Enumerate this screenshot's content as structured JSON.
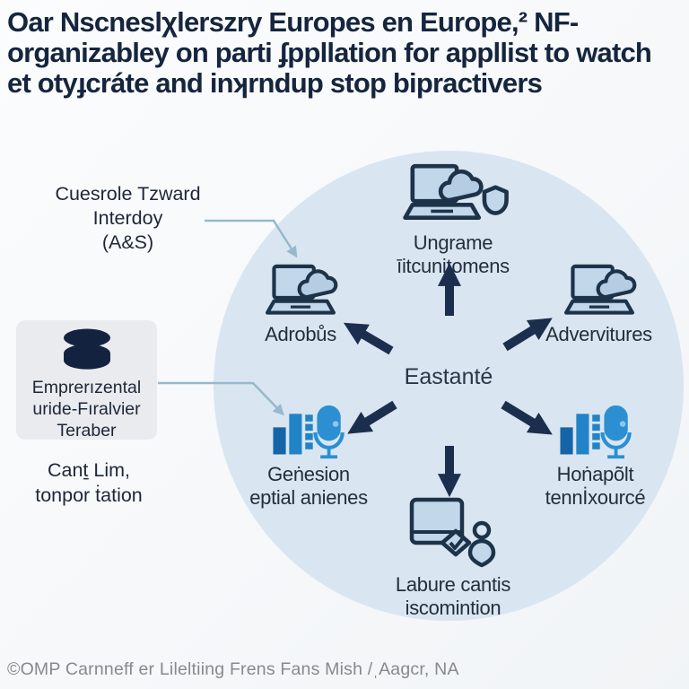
{
  "colors": {
    "background": "#f8fafb",
    "circle": "#d9e6f1",
    "title_text": "#16253e",
    "label_text": "#232e3d",
    "arrow_dark": "#1c2e4d",
    "arrow_light": "#96b9cc",
    "box_bg": "#e9ebee",
    "icon_fill": "#c3d7ea",
    "icon_outline": "#1d3349",
    "bar_dark": "#1565a6",
    "bar_mid": "#2283c6",
    "mic_blue": "#2b8fd2",
    "database_icon": "#13233f",
    "footer_text": "#87898c"
  },
  "title": {
    "line1": "Oar Nscneslχlerszry Europes en Europe,² NF-",
    "line2": "organizabley on parti ʄppllation for appllist to watch",
    "line3": "et otyɟcráte and inʞrndup stop bipractivers"
  },
  "annotations": {
    "left_top": {
      "lines": [
        "Cuesrole Tzward",
        "Interdoy",
        "(A&S)"
      ]
    },
    "left_box": {
      "icon": "database-icon",
      "lines": [
        "Emprerızental",
        "uride-Fıralvier",
        "Teraber"
      ]
    },
    "left_bottom": {
      "lines": [
        "Canṯ Lim,",
        "tonpor ṫation"
      ]
    }
  },
  "diagram": {
    "center_label": "Eastanté",
    "nodes": [
      {
        "id": "top",
        "icon": "laptop-cloud-shield-icon",
        "lines": [
          "Ungrame",
          "īitcunitomens"
        ]
      },
      {
        "id": "left",
        "icon": "laptop-cloud-icon",
        "lines": [
          "Adrobůs"
        ]
      },
      {
        "id": "right",
        "icon": "laptop-cloud-icon",
        "lines": [
          "Advervitures"
        ]
      },
      {
        "id": "bottom-left",
        "icon": "bar-chart-mic-icon",
        "lines": [
          "Geṅesion",
          "eptial anienes"
        ]
      },
      {
        "id": "bottom-right",
        "icon": "bar-chart-mic-icon",
        "lines": [
          "Hoṅapõlt",
          "tennİxourcé"
        ]
      },
      {
        "id": "bottom",
        "icon": "document-check-person-icon",
        "lines": [
          "Labure cantis",
          "iscomintion"
        ]
      }
    ]
  },
  "footer": {
    "text": "©OMP Carnneff er Lileltiing Frens Fans Mish /ˌAagcr, NA"
  }
}
